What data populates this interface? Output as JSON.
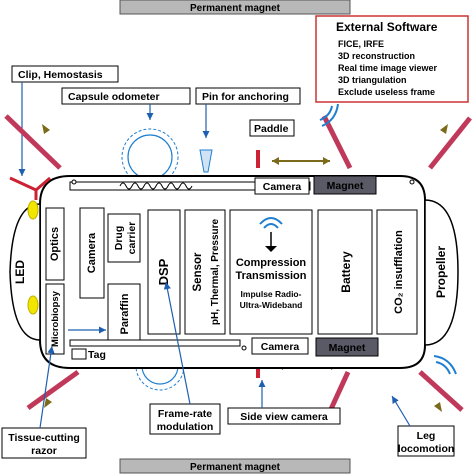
{
  "magnets": {
    "top": "Permanent magnet",
    "bottom": "Permanent magnet"
  },
  "external_software": {
    "title": "External Software",
    "items": [
      "FICE, IRFE",
      "3D reconstruction",
      "Real time image viewer",
      "3D triangulation",
      "Exclude useless frame"
    ],
    "border_color": "#cc3333"
  },
  "callouts": {
    "clip": "Clip, Hemostasis",
    "capsule_odometer": "Capsule odometer",
    "pin": "Pin for anchoring",
    "paddle": "Paddle",
    "tissue_razor": [
      "Tissue-cutting",
      "razor"
    ],
    "frame_rate": [
      "Frame-rate",
      "modulation"
    ],
    "side_view_camera": "Side view camera",
    "leg_locomotion": [
      "Leg",
      "locomotion"
    ]
  },
  "modules": {
    "led": "LED",
    "optics": "Optics",
    "microbiopsy": "Microbiopsy",
    "camera_front": "Camera",
    "drug_carrier": [
      "Drug",
      "carrier"
    ],
    "paraffin": "Paraffin",
    "tag": "Tag",
    "dsp": "DSP",
    "sensor": [
      "Sensor",
      "pH, Thermal, Pressure"
    ],
    "compression": [
      "Compression",
      "Transmission"
    ],
    "impulse_radio": [
      "Impulse Radio-",
      "Ultra-Wideband"
    ],
    "battery": "Battery",
    "co2": "CO₂ insufflation",
    "propeller": "Propeller",
    "camera_top": "Camera",
    "magnet_top": "Magnet",
    "camera_bottom": "Camera",
    "magnet_bottom": "Magnet"
  },
  "colors": {
    "leg": "#c0395a",
    "led": "#f2e600",
    "capsule_fill": "#ffffff",
    "magnet_fill": "#5a5a66",
    "magnet_bar": "#b8b8b8",
    "arrow_olive": "#7a6a1a",
    "wifi": "#1f7fd0",
    "callout_arrow": "#1f5fb0"
  }
}
